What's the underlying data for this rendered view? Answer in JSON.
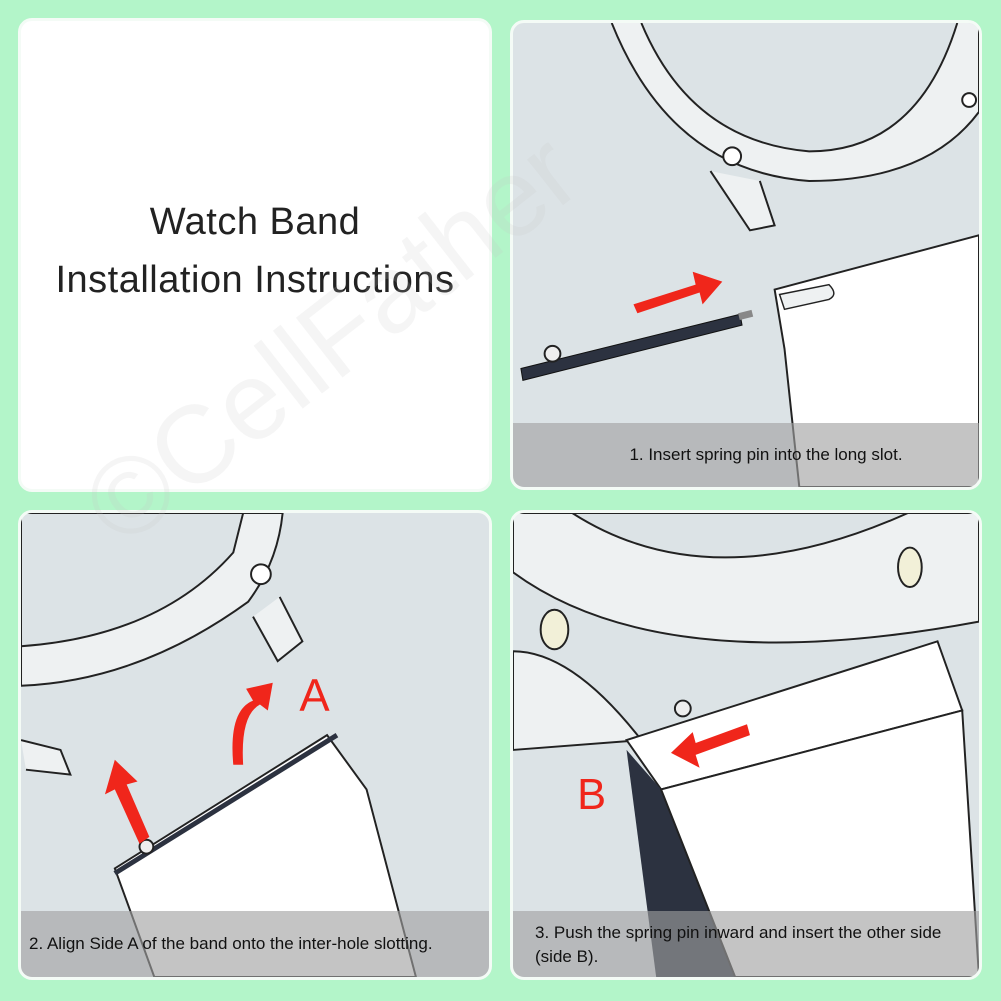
{
  "title": {
    "line1": "Watch Band",
    "line2": "Installation Instructions"
  },
  "steps": [
    {
      "caption": "1. Insert spring pin into the long slot."
    },
    {
      "caption": "2. Align Side A of the band onto the inter-hole slotting.",
      "label": "A"
    },
    {
      "caption": "3. Push the spring pin inward and insert the other side (side B).",
      "label": "B"
    }
  ],
  "watermark": "©CellFather",
  "colors": {
    "background": "#b3f5c9",
    "arrow": "#f0261b",
    "panel": "#dce3e6"
  }
}
